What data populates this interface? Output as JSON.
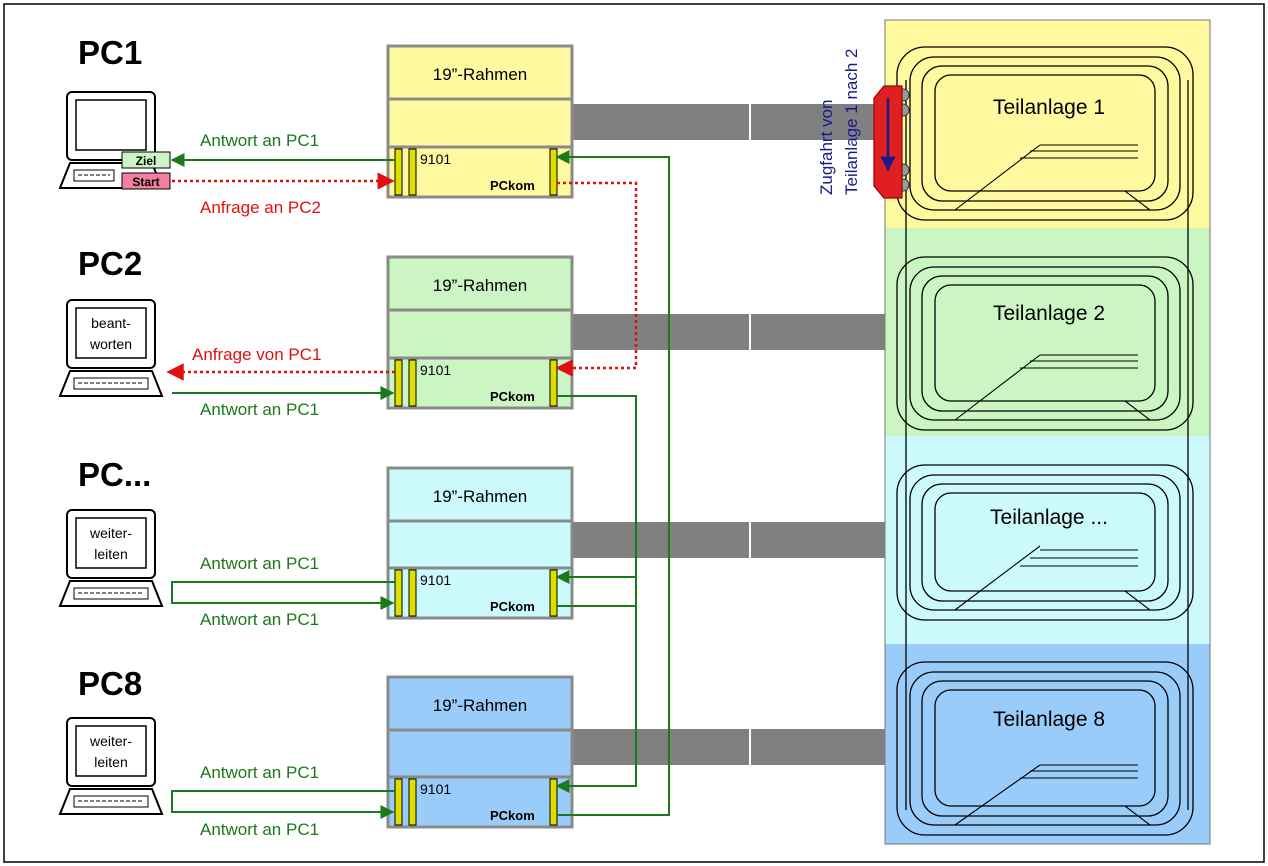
{
  "colors": {
    "yellow": "#fffaa0",
    "green": "#ccf5c4",
    "cyan": "#ccfafc",
    "blue": "#9accfa",
    "answer_line": "#1a7a1a",
    "request_line": "#e01010",
    "loco": "#e02020",
    "track": "#808080"
  },
  "pcs": [
    {
      "title": "PC1",
      "screen_text": [
        "",
        ""
      ]
    },
    {
      "title": "PC2",
      "screen_text": [
        "beant-",
        "worten"
      ]
    },
    {
      "title": "PC...",
      "screen_text": [
        "weiter-",
        "leiten"
      ]
    },
    {
      "title": "PC8",
      "screen_text": [
        "weiter-",
        "leiten"
      ]
    }
  ],
  "pc1_tags": {
    "ziel": "Ziel",
    "start": "Start"
  },
  "racks": [
    {
      "frame": "19”-Rahmen",
      "module": "9101",
      "pckom": "PCkom"
    },
    {
      "frame": "19”-Rahmen",
      "module": "9101",
      "pckom": "PCkom"
    },
    {
      "frame": "19”-Rahmen",
      "module": "9101",
      "pckom": "PCkom"
    },
    {
      "frame": "19”-Rahmen",
      "module": "9101",
      "pckom": "PCkom"
    }
  ],
  "arrow_labels": {
    "pc1_answer": "Antwort an PC1",
    "pc1_request": "Anfrage an PC2",
    "pc2_request": "Anfrage von PC1",
    "pc2_answer": "Antwort an PC1",
    "pc3_answer_top": "Antwort an PC1",
    "pc3_answer_bottom": "Antwort an PC1",
    "pc8_answer_top": "Antwort an PC1",
    "pc8_answer_bottom": "Antwort an PC1"
  },
  "sections": [
    {
      "label": "Teilanlage 1"
    },
    {
      "label": "Teilanlage 2"
    },
    {
      "label": "Teilanlage ..."
    },
    {
      "label": "Teilanlage 8"
    }
  ],
  "train_label": [
    "Zugfahrt von",
    "Teilanlage 1 nach 2"
  ]
}
